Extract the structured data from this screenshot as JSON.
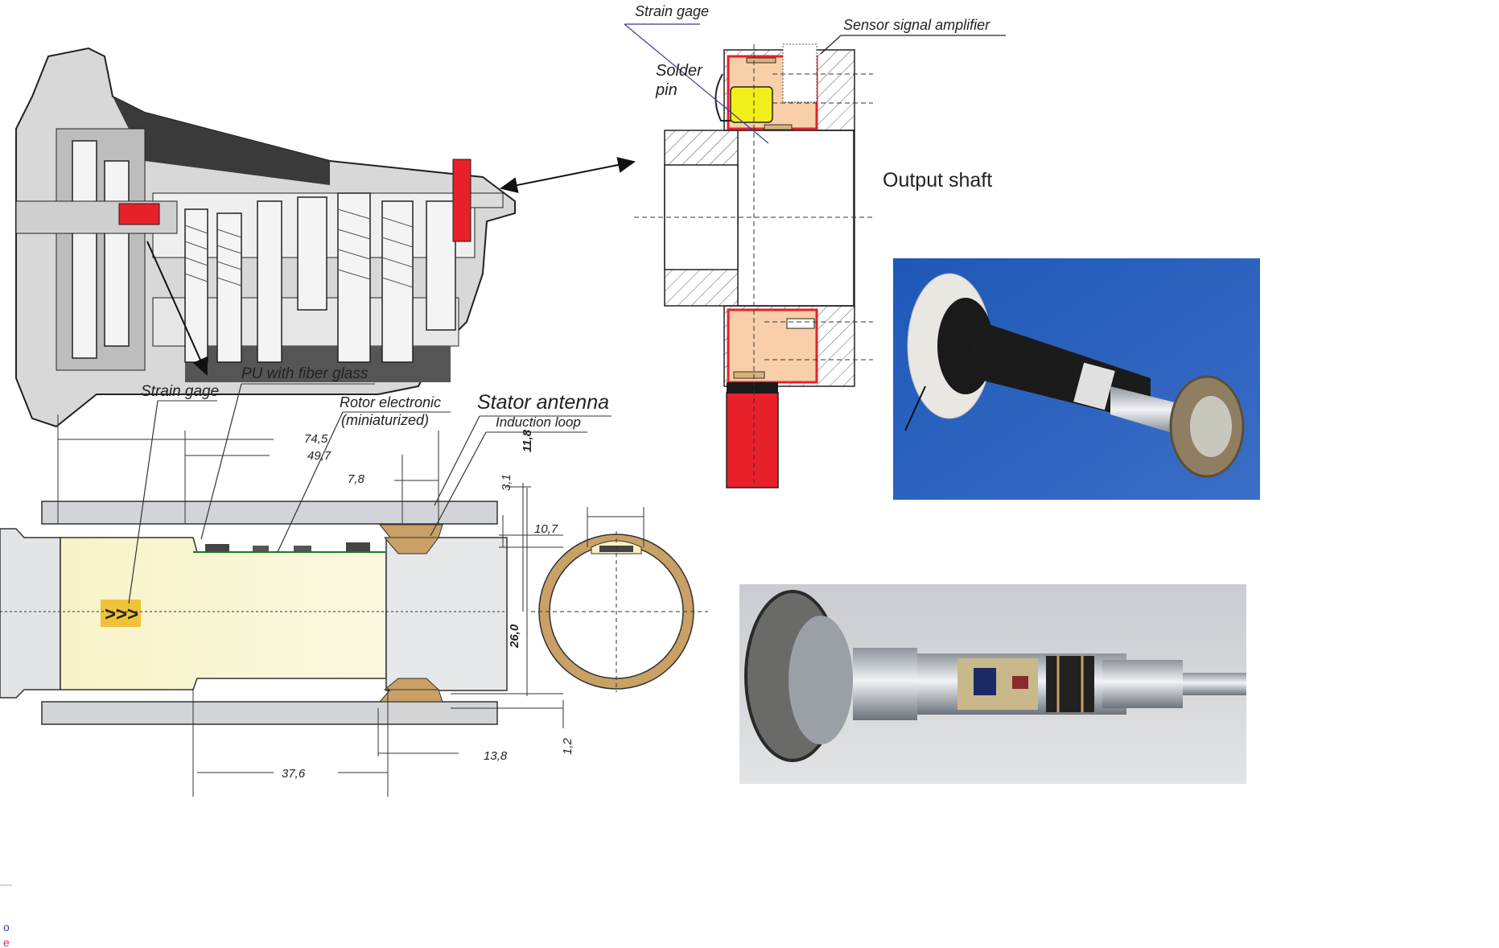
{
  "labels": {
    "strain_gage_top": "Strain gage",
    "sensor_amp": "Sensor signal amplifier",
    "solder_pin_1": "Solder",
    "solder_pin_2": "pin",
    "output_shaft": "Output shaft",
    "pu_fiber": "PU with fiber glass",
    "strain_gage_bottom": "Strain gage",
    "rotor_1": "Rotor electronic",
    "rotor_2": "(miniaturized)",
    "stator_antenna": "Stator antenna",
    "induction_loop": "Induction loop"
  },
  "dimensions": {
    "d745": "74,5",
    "d497": "49,7",
    "d78": "7,8",
    "d118": "11,8",
    "d31": "3,1",
    "d107": "10,7",
    "d260": "26,0",
    "d12": "1,2",
    "d138": "13,8",
    "d376": "37,6"
  },
  "edge_fragments": {
    "frag1": "o",
    "frag2": "e"
  },
  "colors": {
    "red": "#e8202a",
    "peach": "#f8cfa8",
    "yellow": "#f2ee1a",
    "tan": "#c9a066",
    "sky": "#2f5fb4"
  }
}
